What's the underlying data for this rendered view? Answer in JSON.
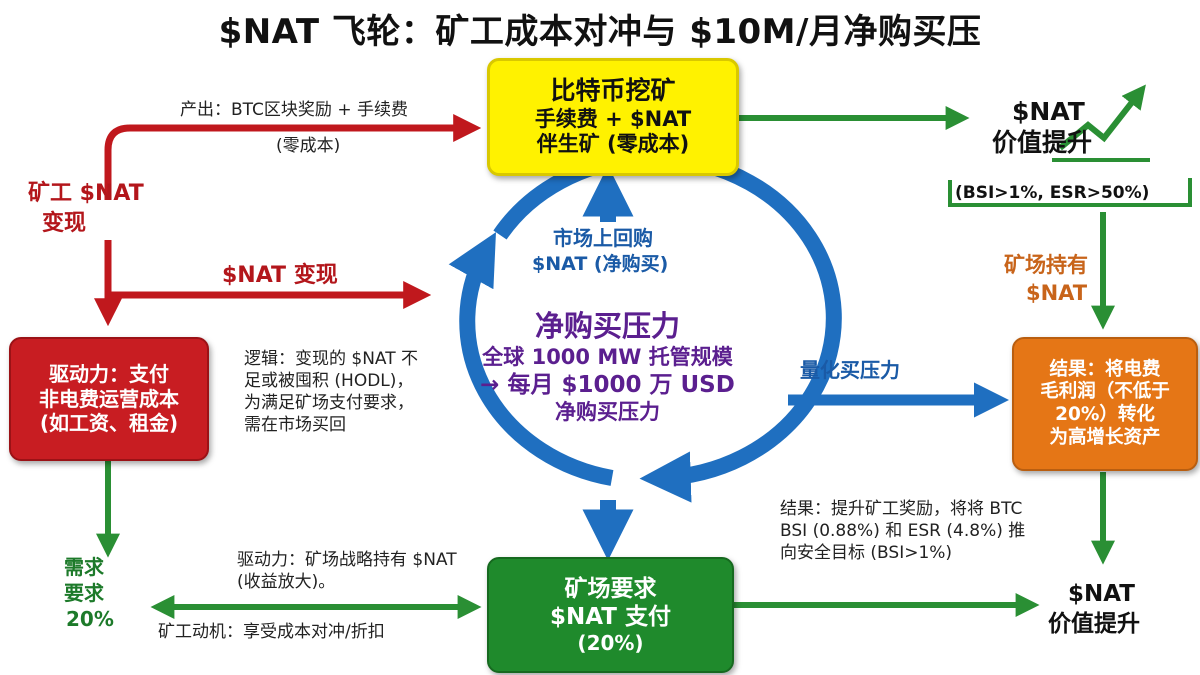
{
  "title": "$NAT 飞轮：矿工成本对冲与 $10M/月净购买压",
  "boxes": {
    "mining": {
      "l1": "比特币挖矿",
      "l2": "手续费 + $NAT",
      "l3": "伴生矿 (零成本)"
    },
    "driving": {
      "l1": "驱动力：支付",
      "l2": "非电费运营成本",
      "l3": "(如工资、租金)"
    },
    "result": {
      "l1": "结果：将电费",
      "l2": "毛利润（不低于",
      "l3": "20%）转化",
      "l4": "为高增长资产"
    },
    "farm": {
      "l1": "矿场要求",
      "l2": "$NAT 支付",
      "l3": "(20%)"
    }
  },
  "center": {
    "title": "净购买压力",
    "line1": "全球 1000 MW 托管规模",
    "line2": "→ 每月 $1000 万 USD",
    "line3": "净购买压力"
  },
  "labels": {
    "output_l1": "产出：BTC区块奖励 + 手续费",
    "output_l2": "(零成本)",
    "miner_cash_l1": "矿工 $NAT",
    "miner_cash_l2": "变现",
    "nat_cash": "$NAT 变现",
    "buyback_l1": "市场上回购",
    "buyback_l2": "$NAT (净购买)",
    "value_up_l1": "$NAT",
    "value_up_l2": "价值提升",
    "value_cond": "(BSI>1%, ESR>50%)",
    "farm_hold_l1": "矿场持有",
    "farm_hold_l2": "$NAT",
    "quantified": "量化买压力",
    "logic": "逻辑：变现的 $NAT 不足或被囤积 (HODL)，为满足矿场支付要求，需在市场买回",
    "demand_l1": "需求",
    "demand_l2": "要求",
    "demand_l3": "20%",
    "drive_strategy": "驱动力：矿场战略持有 $NAT (收益放大)。",
    "miner_motive": "矿工动机：享受成本对冲/折扣",
    "result_text": "结果：提升矿工奖励，将将 BTC BSI (0.88%) 和 ESR (4.8%) 推向安全目标 (BSI>1%)",
    "value_up2_l1": "$NAT",
    "value_up2_l2": "价值提升"
  },
  "colors": {
    "red": "#c0181d",
    "green": "#2a8f34",
    "blue": "#1f6fc0",
    "yellow": "#fff200",
    "orange": "#e57616",
    "purple": "#5b1f8f"
  }
}
